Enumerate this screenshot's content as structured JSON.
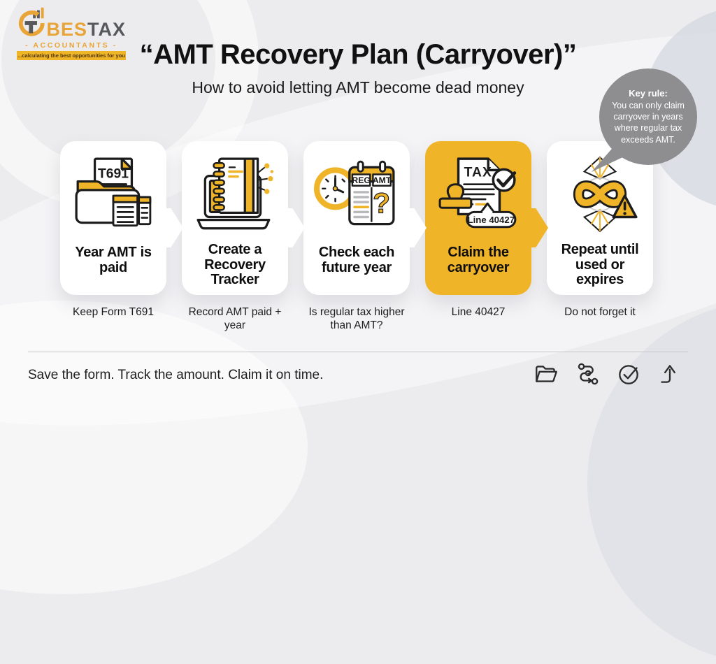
{
  "brand": {
    "name_primary": "BES",
    "name_secondary": "TAX",
    "subtitle": "- ACCOUNTANTS -",
    "tagline": "...calculating the best opportunities for you"
  },
  "header": {
    "title": "“AMT Recovery Plan (Carryover)”",
    "subtitle": "How to avoid letting AMT become dead money"
  },
  "key_rule": {
    "label": "Key rule:",
    "text": "You can only claim carryover in years where regular tax exceeds AMT."
  },
  "steps": [
    {
      "title": "Year AMT is paid",
      "caption": "Keep Form T691",
      "icon": "folder-form-icon",
      "form_label": "T691",
      "highlight": false
    },
    {
      "title": "Create a Recovery Tracker",
      "caption": "Record AMT paid + year",
      "icon": "tracker-notebook-icon",
      "highlight": false
    },
    {
      "title": "Check each future year",
      "caption": "Is regular tax higher than AMT?",
      "icon": "clock-calendar-icon",
      "col_left": "REG",
      "col_right": "AMT",
      "question_mark": "?",
      "highlight": false
    },
    {
      "title": "Claim the carryover",
      "caption": "Line 40427",
      "icon": "tax-stamp-icon",
      "doc_label": "TAX",
      "badge": "Line 40427",
      "highlight": true
    },
    {
      "title": "Repeat until used or expires",
      "caption": "Do not forget it",
      "icon": "infinity-warning-icon",
      "highlight": false
    }
  ],
  "footer": {
    "message": "Save the form. Track the amount. Claim it on time.",
    "icons": [
      "open-folder-icon",
      "route-icon",
      "check-circle-icon",
      "arrow-up-icon"
    ]
  },
  "colors": {
    "accent": "#F0B429",
    "bubble_gray": "#8E8E90",
    "background": "#ECECEE",
    "dark": "#1C1C1C"
  }
}
